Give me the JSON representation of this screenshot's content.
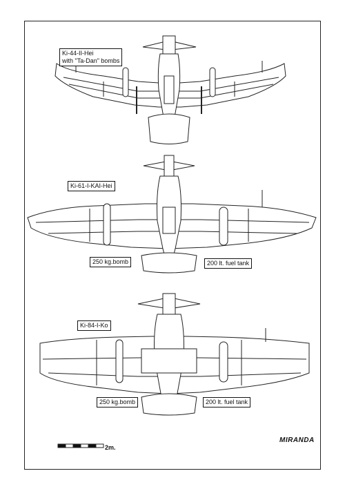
{
  "aircraft": [
    {
      "designation_line1": "Ki-44-II-Hei",
      "designation_line2": "with \"Ta-Dan\" bombs"
    },
    {
      "designation_line1": "Ki-61-I-KAI-Hei"
    },
    {
      "designation_line1": "Ki-84-I-Ko"
    }
  ],
  "callouts": {
    "ki61_bomb": "250 kg.bomb",
    "ki61_tank": "200 lt. fuel tank",
    "ki84_bomb": "250 kg.bomb",
    "ki84_tank": "200 lt. fuel tank"
  },
  "scale": {
    "label": "2m."
  },
  "logo": {
    "text": "MIRANDA"
  }
}
